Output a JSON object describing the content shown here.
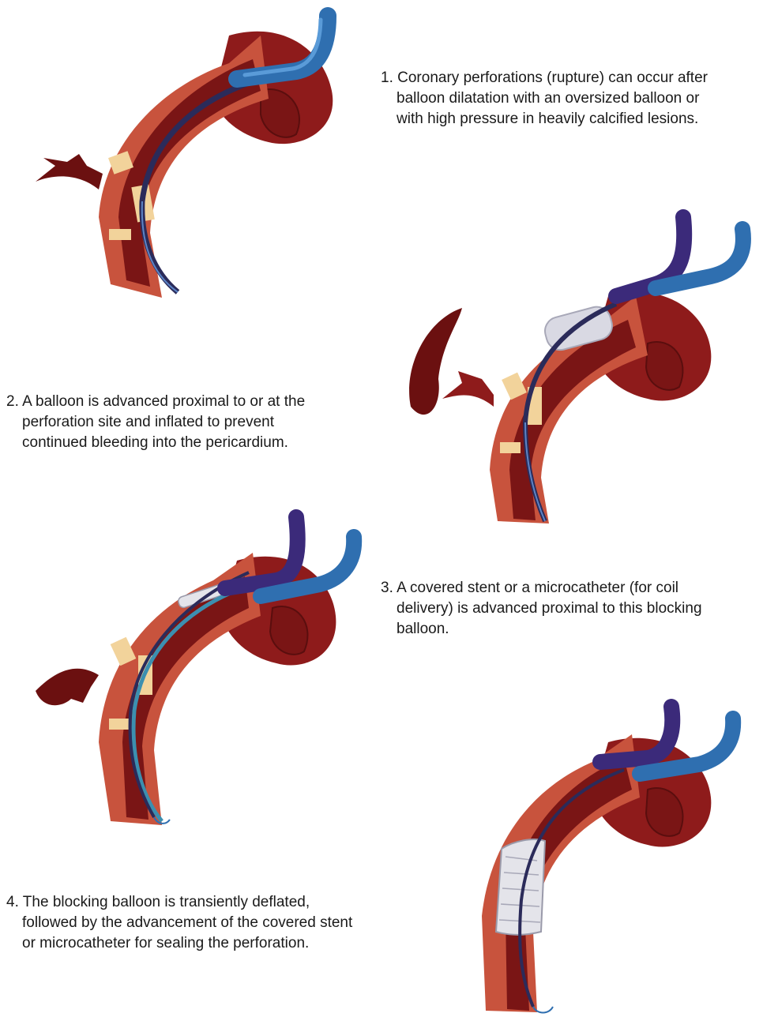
{
  "steps": [
    {
      "number": "1.",
      "lines": [
        "Coronary perforations (rupture) can occur after",
        "balloon dilatation with an oversized balloon or",
        "with high pressure in heavily calcified lesions."
      ]
    },
    {
      "number": "2.",
      "lines": [
        "A balloon is advanced proximal to or at the",
        "perforation site and inflated to prevent",
        "continued bleeding into the pericardium."
      ]
    },
    {
      "number": "3.",
      "lines": [
        "A covered stent or a microcatheter (for coil",
        "delivery) is advanced proximal to this blocking",
        "balloon."
      ]
    },
    {
      "number": "4.",
      "lines": [
        "The blocking balloon is transiently deflated,",
        "followed by the advancement of the covered stent",
        "or microcatheter for sealing the perforation."
      ]
    }
  ],
  "colors": {
    "heart": "#8e1b1b",
    "heart_dark": "#6b1010",
    "vessel_wall": "#c8533d",
    "lumen": "#7a1515",
    "catheter_blue": "#2f6fb0",
    "catheter_purple": "#3b2a7a",
    "plaque": "#f2d39b",
    "balloon": "#d9d9e3",
    "stent": "#e4e4ea",
    "blood": "#5a1010"
  }
}
